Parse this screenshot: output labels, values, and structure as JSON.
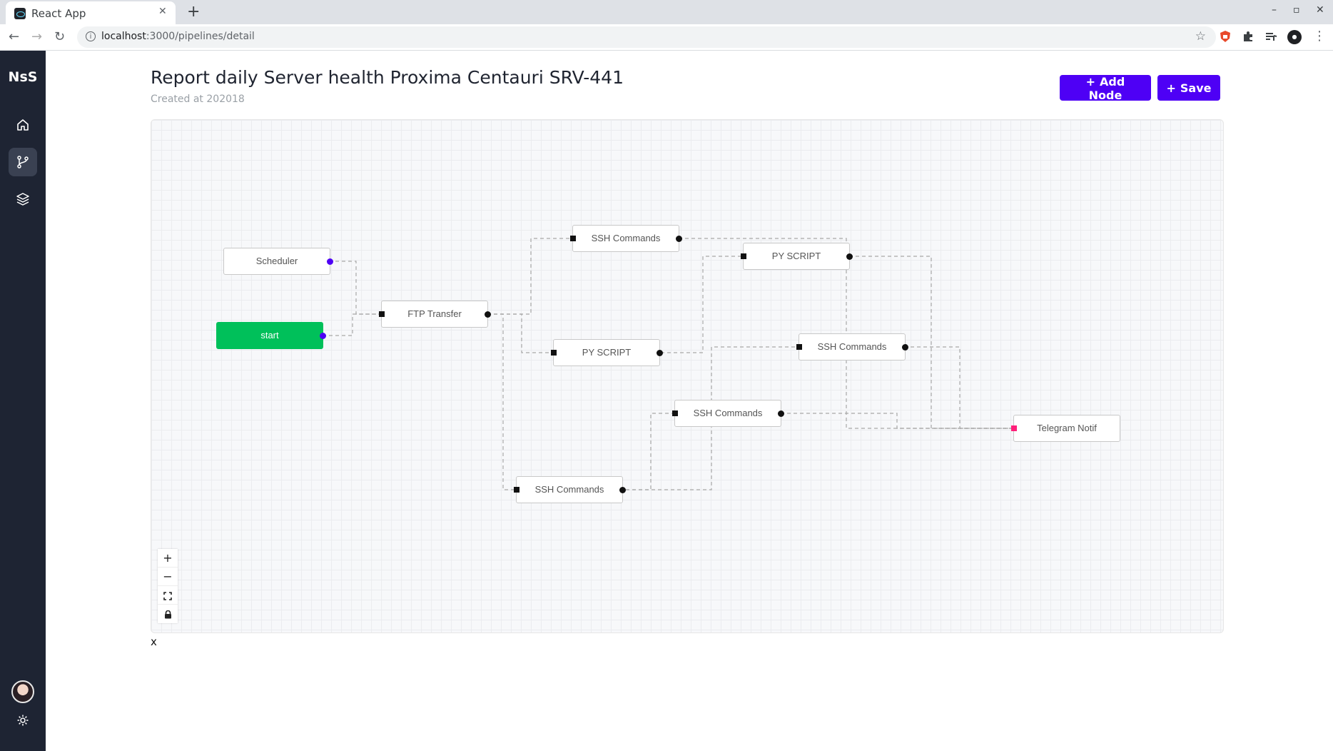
{
  "browser": {
    "tab_title": "React App",
    "url_host": "localhost",
    "url_path": ":3000/pipelines/detail"
  },
  "sidebar": {
    "brand": "NsS",
    "items": [
      {
        "icon": "home-icon",
        "active": false
      },
      {
        "icon": "git-branch-icon",
        "active": true
      },
      {
        "icon": "layers-icon",
        "active": false
      }
    ]
  },
  "header": {
    "title": "Report daily Server health Proxima Centauri SRV-441",
    "subtitle": "Created at 202018"
  },
  "actions": {
    "add_node": "Add Node",
    "save": "Save"
  },
  "flow": {
    "nodes": {
      "scheduler": "Scheduler",
      "start": "start",
      "ftp": "FTP Transfer",
      "ssh1": "SSH Commands",
      "py1": "PY SCRIPT",
      "py2": "PY SCRIPT",
      "ssh2": "SSH Commands",
      "ssh3": "SSH Commands",
      "ssh4": "SSH Commands",
      "telegram": "Telegram Notif"
    }
  },
  "controls": {
    "zoom_in": "+",
    "zoom_out": "−"
  },
  "footer_text": "x",
  "colors": {
    "primary": "#4e00f5",
    "start": "#00c05a",
    "sidebar": "#1e2433",
    "telegram_handle": "#ff1f7a"
  }
}
